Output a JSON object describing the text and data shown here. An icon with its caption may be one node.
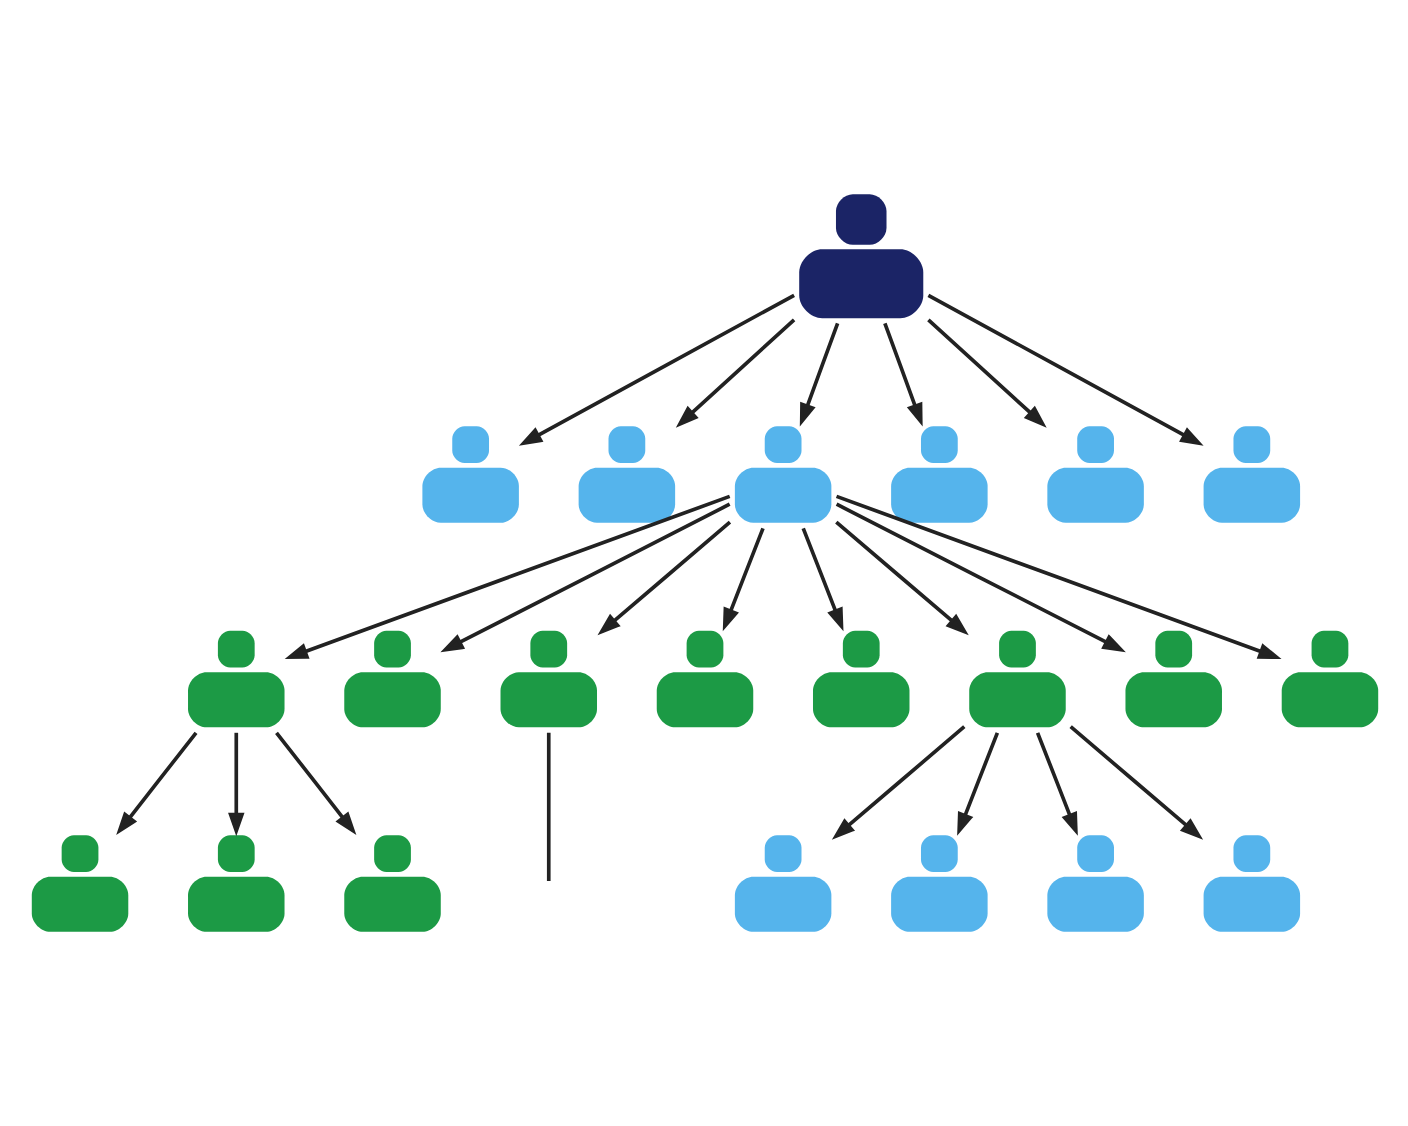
{
  "diagram": {
    "nodes": [
      {
        "text": [],
        "shape": "person"
      },
      {
        "text": [],
        "shape": "person"
      },
      {
        "text": [],
        "shape": "person"
      },
      {
        "text": [],
        "shape": "person"
      },
      {
        "text": [],
        "shape": "person"
      },
      {
        "text": [],
        "shape": "person"
      },
      {
        "text": [],
        "shape": "person"
      },
      {
        "text": [],
        "shape": "person"
      },
      {
        "text": [],
        "shape": "person"
      },
      {
        "text": [],
        "shape": "person"
      },
      {
        "text": [],
        "shape": "person"
      },
      {
        "text": [],
        "shape": "person"
      },
      {
        "text": [],
        "shape": "person"
      },
      {
        "text": [],
        "shape": "person"
      },
      {
        "text": [],
        "shape": "person"
      },
      {
        "text": [],
        "shape": "person"
      },
      {
        "text": [],
        "shape": "person"
      },
      {
        "text": [],
        "shape": "person"
      },
      {
        "text": [],
        "shape": "person"
      },
      {
        "text": [],
        "shape": "person"
      },
      {
        "text": [],
        "shape": "person"
      },
      {
        "text": [],
        "shape": "person"
      }
    ],
    "edges": [
      {
        "from": 0,
        "to": 1,
        "arrow": "to"
      },
      {
        "from": 0,
        "to": 2,
        "arrow": "to"
      },
      {
        "from": 0,
        "to": 3,
        "arrow": "to"
      },
      {
        "from": 0,
        "to": 4,
        "arrow": "to"
      },
      {
        "from": 0,
        "to": 5,
        "arrow": "to"
      },
      {
        "from": 0,
        "to": 6,
        "arrow": "to"
      },
      {
        "from": 3,
        "to": 7,
        "arrow": "to"
      },
      {
        "from": 3,
        "to": 8,
        "arrow": "to"
      },
      {
        "from": 3,
        "to": 9,
        "arrow": "to"
      },
      {
        "from": 3,
        "to": 10,
        "arrow": "to"
      },
      {
        "from": 3,
        "to": 11,
        "arrow": "to"
      },
      {
        "from": 3,
        "to": 12,
        "arrow": "to"
      },
      {
        "from": 3,
        "to": 13,
        "arrow": "to"
      },
      {
        "from": 3,
        "to": 14,
        "arrow": "to"
      },
      {
        "from": 7,
        "to": 15,
        "arrow": "to"
      },
      {
        "from": 7,
        "to": 16,
        "arrow": "to"
      },
      {
        "from": 7,
        "to": 17,
        "arrow": "to"
      },
      {
        "from": 9,
        "to": null,
        "arrow": "none"
      },
      {
        "from": 12,
        "to": 18,
        "arrow": "to"
      },
      {
        "from": 12,
        "to": 19,
        "arrow": "to"
      },
      {
        "from": 12,
        "to": 20,
        "arrow": "to"
      },
      {
        "from": 12,
        "to": 21,
        "arrow": "to"
      }
    ]
  }
}
